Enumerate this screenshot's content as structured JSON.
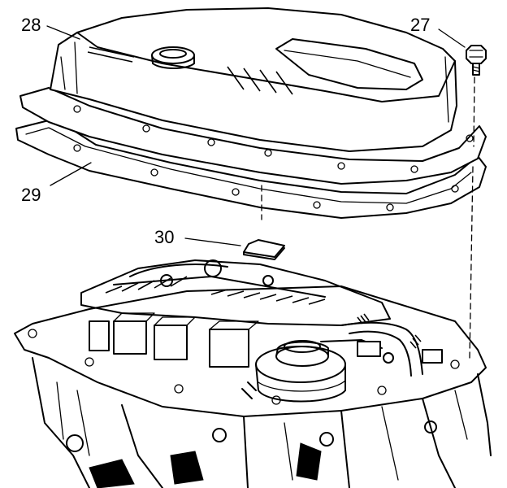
{
  "callouts": {
    "c27": "27",
    "c28": "28",
    "c29": "29",
    "c30": "30"
  },
  "colors": {
    "ink": "#000000",
    "paper": "#ffffff"
  }
}
